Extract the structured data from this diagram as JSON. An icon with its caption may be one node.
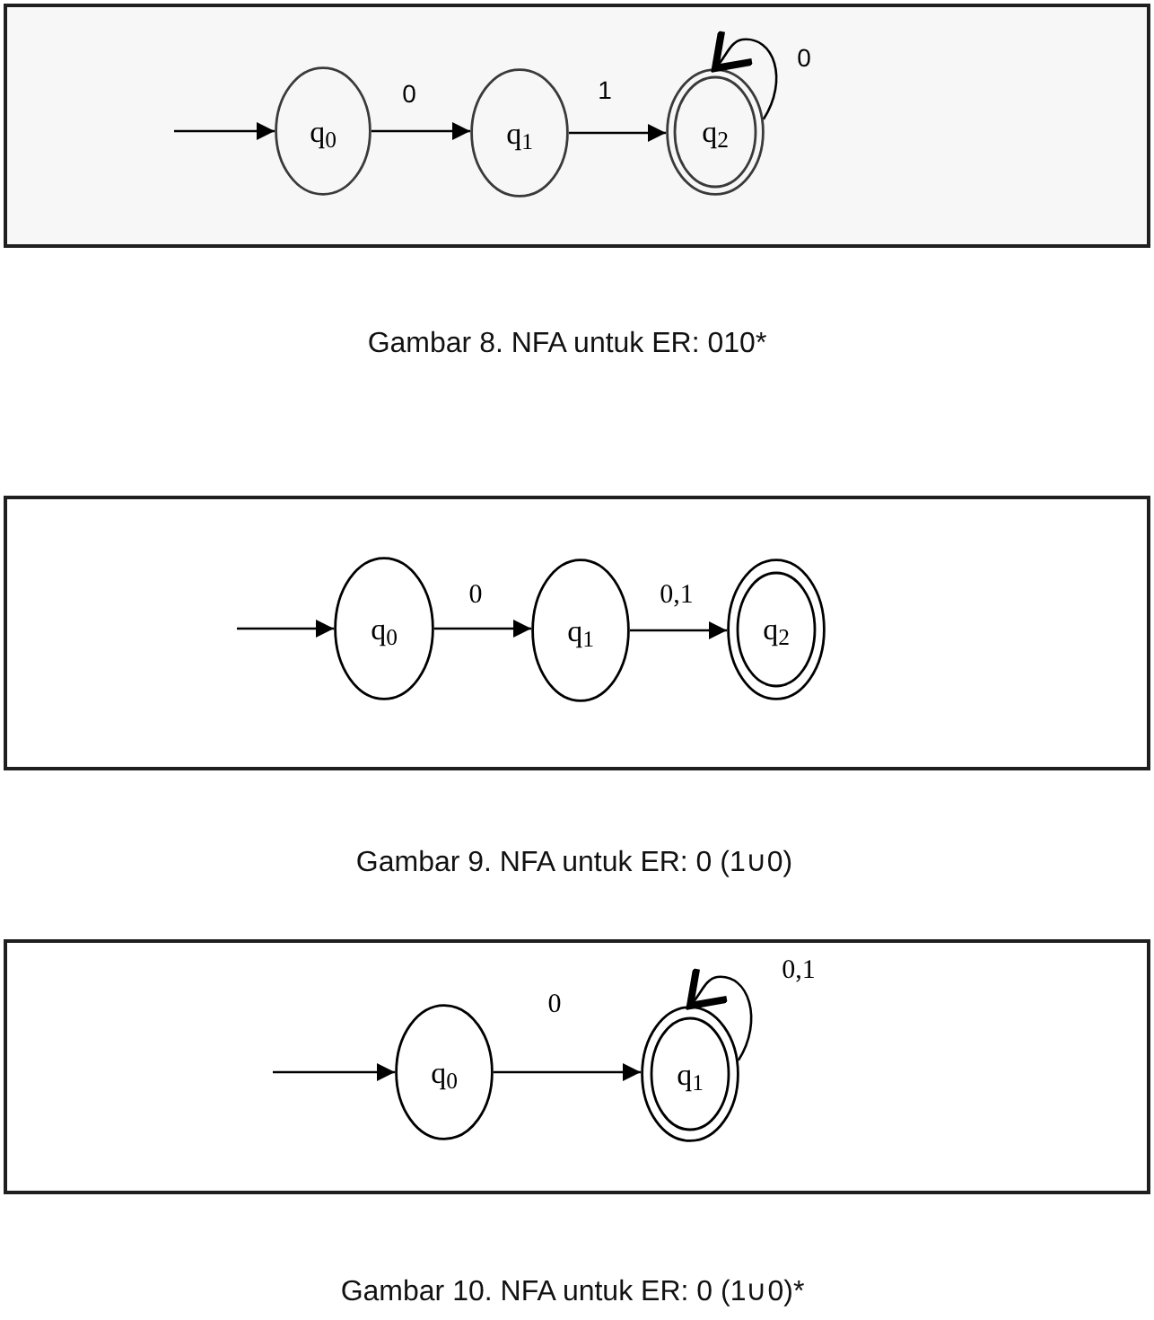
{
  "diagram": {
    "nodes": [
      {
        "text": [],
        "shape": "box",
        "beside": [
          "Gambar 8. NFA untuk ER: 010*"
        ]
      },
      {
        "text": [
          "q$_{0}$"
        ],
        "in": 0
      },
      {
        "text": [
          "q$_{1}$"
        ],
        "in": 0
      },
      {
        "text": [
          "q$_{2}$"
        ],
        "in": 0
      },
      {
        "text": [],
        "shape": "box",
        "beside": [
          "Gambar 9. NFA untuk ER: 0 (1∪0)"
        ]
      },
      {
        "text": [
          "q$_{0}$"
        ],
        "in": 4
      },
      {
        "text": [
          "q$_{1}$"
        ],
        "in": 4
      },
      {
        "text": [
          "q$_{2}$"
        ],
        "in": 4
      },
      {
        "text": [],
        "shape": "box",
        "beside": [
          "Gambar 10. NFA untuk ER: 0 (1∪0)*"
        ]
      },
      {
        "text": [
          "q$_{0}$"
        ],
        "in": 8
      },
      {
        "text": [
          "q$_{1}$"
        ],
        "in": 8
      }
    ],
    "edges": [
      {
        "from": null,
        "to": 1,
        "arrow": "to"
      },
      {
        "from": 1,
        "to": 2,
        "arrow": "to",
        "label": "0"
      },
      {
        "from": 2,
        "to": 3,
        "arrow": "to",
        "label": "1"
      },
      {
        "from": 3,
        "to": 3,
        "arrow": "to",
        "label": "0"
      },
      {
        "from": null,
        "to": 5,
        "arrow": "to"
      },
      {
        "from": 5,
        "to": 6,
        "arrow": "to",
        "label": "0"
      },
      {
        "from": 6,
        "to": 7,
        "arrow": "to",
        "label": "0,1"
      },
      {
        "from": null,
        "to": 9,
        "arrow": "to"
      },
      {
        "from": 9,
        "to": 10,
        "arrow": "to",
        "label": "0"
      },
      {
        "from": 10,
        "to": 10,
        "arrow": "to",
        "label": "0,1"
      }
    ]
  }
}
